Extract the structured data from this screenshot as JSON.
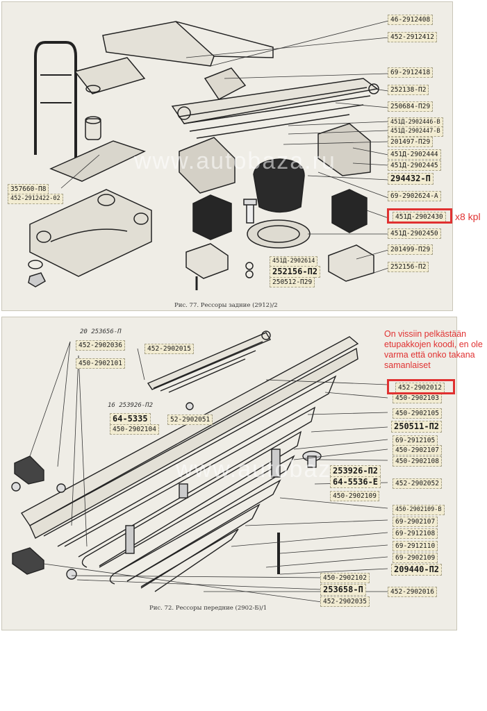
{
  "top_panel": {
    "caption": "Рис. 77. Рессоры задние (2912)/2",
    "watermark": "www.autobaza.ru",
    "labels": [
      "46-2912408",
      "452-2912412",
      "69-2912418",
      "252138-П2",
      "250684-П29",
      "451Д-2902446-В",
      "451Д-2902447-В",
      "201497-П29",
      "451Д-2902444",
      "451Д-2902445",
      "294432-П",
      "69-2902624-А",
      "451Д-2902430",
      "451Д-2902450",
      "201499-П29",
      "252156-П2",
      "451Д-2902614",
      "252156-П2",
      "250512-П29",
      "357660-П8",
      "452-2912422-02"
    ],
    "highlighted": "451Д-2902430",
    "qty_note": "x8 kpl"
  },
  "bottom_panel": {
    "caption": "Рис. 72. Рессоры передние (2902-Б)/1",
    "watermark": "www.autobaza.ru",
    "handwritten": [
      "20 253656-П",
      "16 253926-П2"
    ],
    "labels": [
      "452-2902036",
      "452-2902015",
      "450-2902101",
      "64-5335",
      "52-2902051",
      "450-2902104",
      "452-2902012",
      "450-2902103",
      "450-2902105",
      "250511-П2",
      "69-2912105",
      "450-2902107",
      "450-2902108",
      "253926-П2",
      "64-5536-Е",
      "452-2902052",
      "450-2902109",
      "450-2902109-В",
      "69-2902107",
      "69-2912108",
      "69-2912110",
      "69-2902109",
      "209440-П2",
      "450-2902102",
      "253658-П",
      "452-2902016",
      "452-2902035"
    ],
    "highlighted": "452-2902012",
    "note": "On vissiin pelkästään etupakkojen koodi, en ole varma että onko takana samanlaiset"
  }
}
